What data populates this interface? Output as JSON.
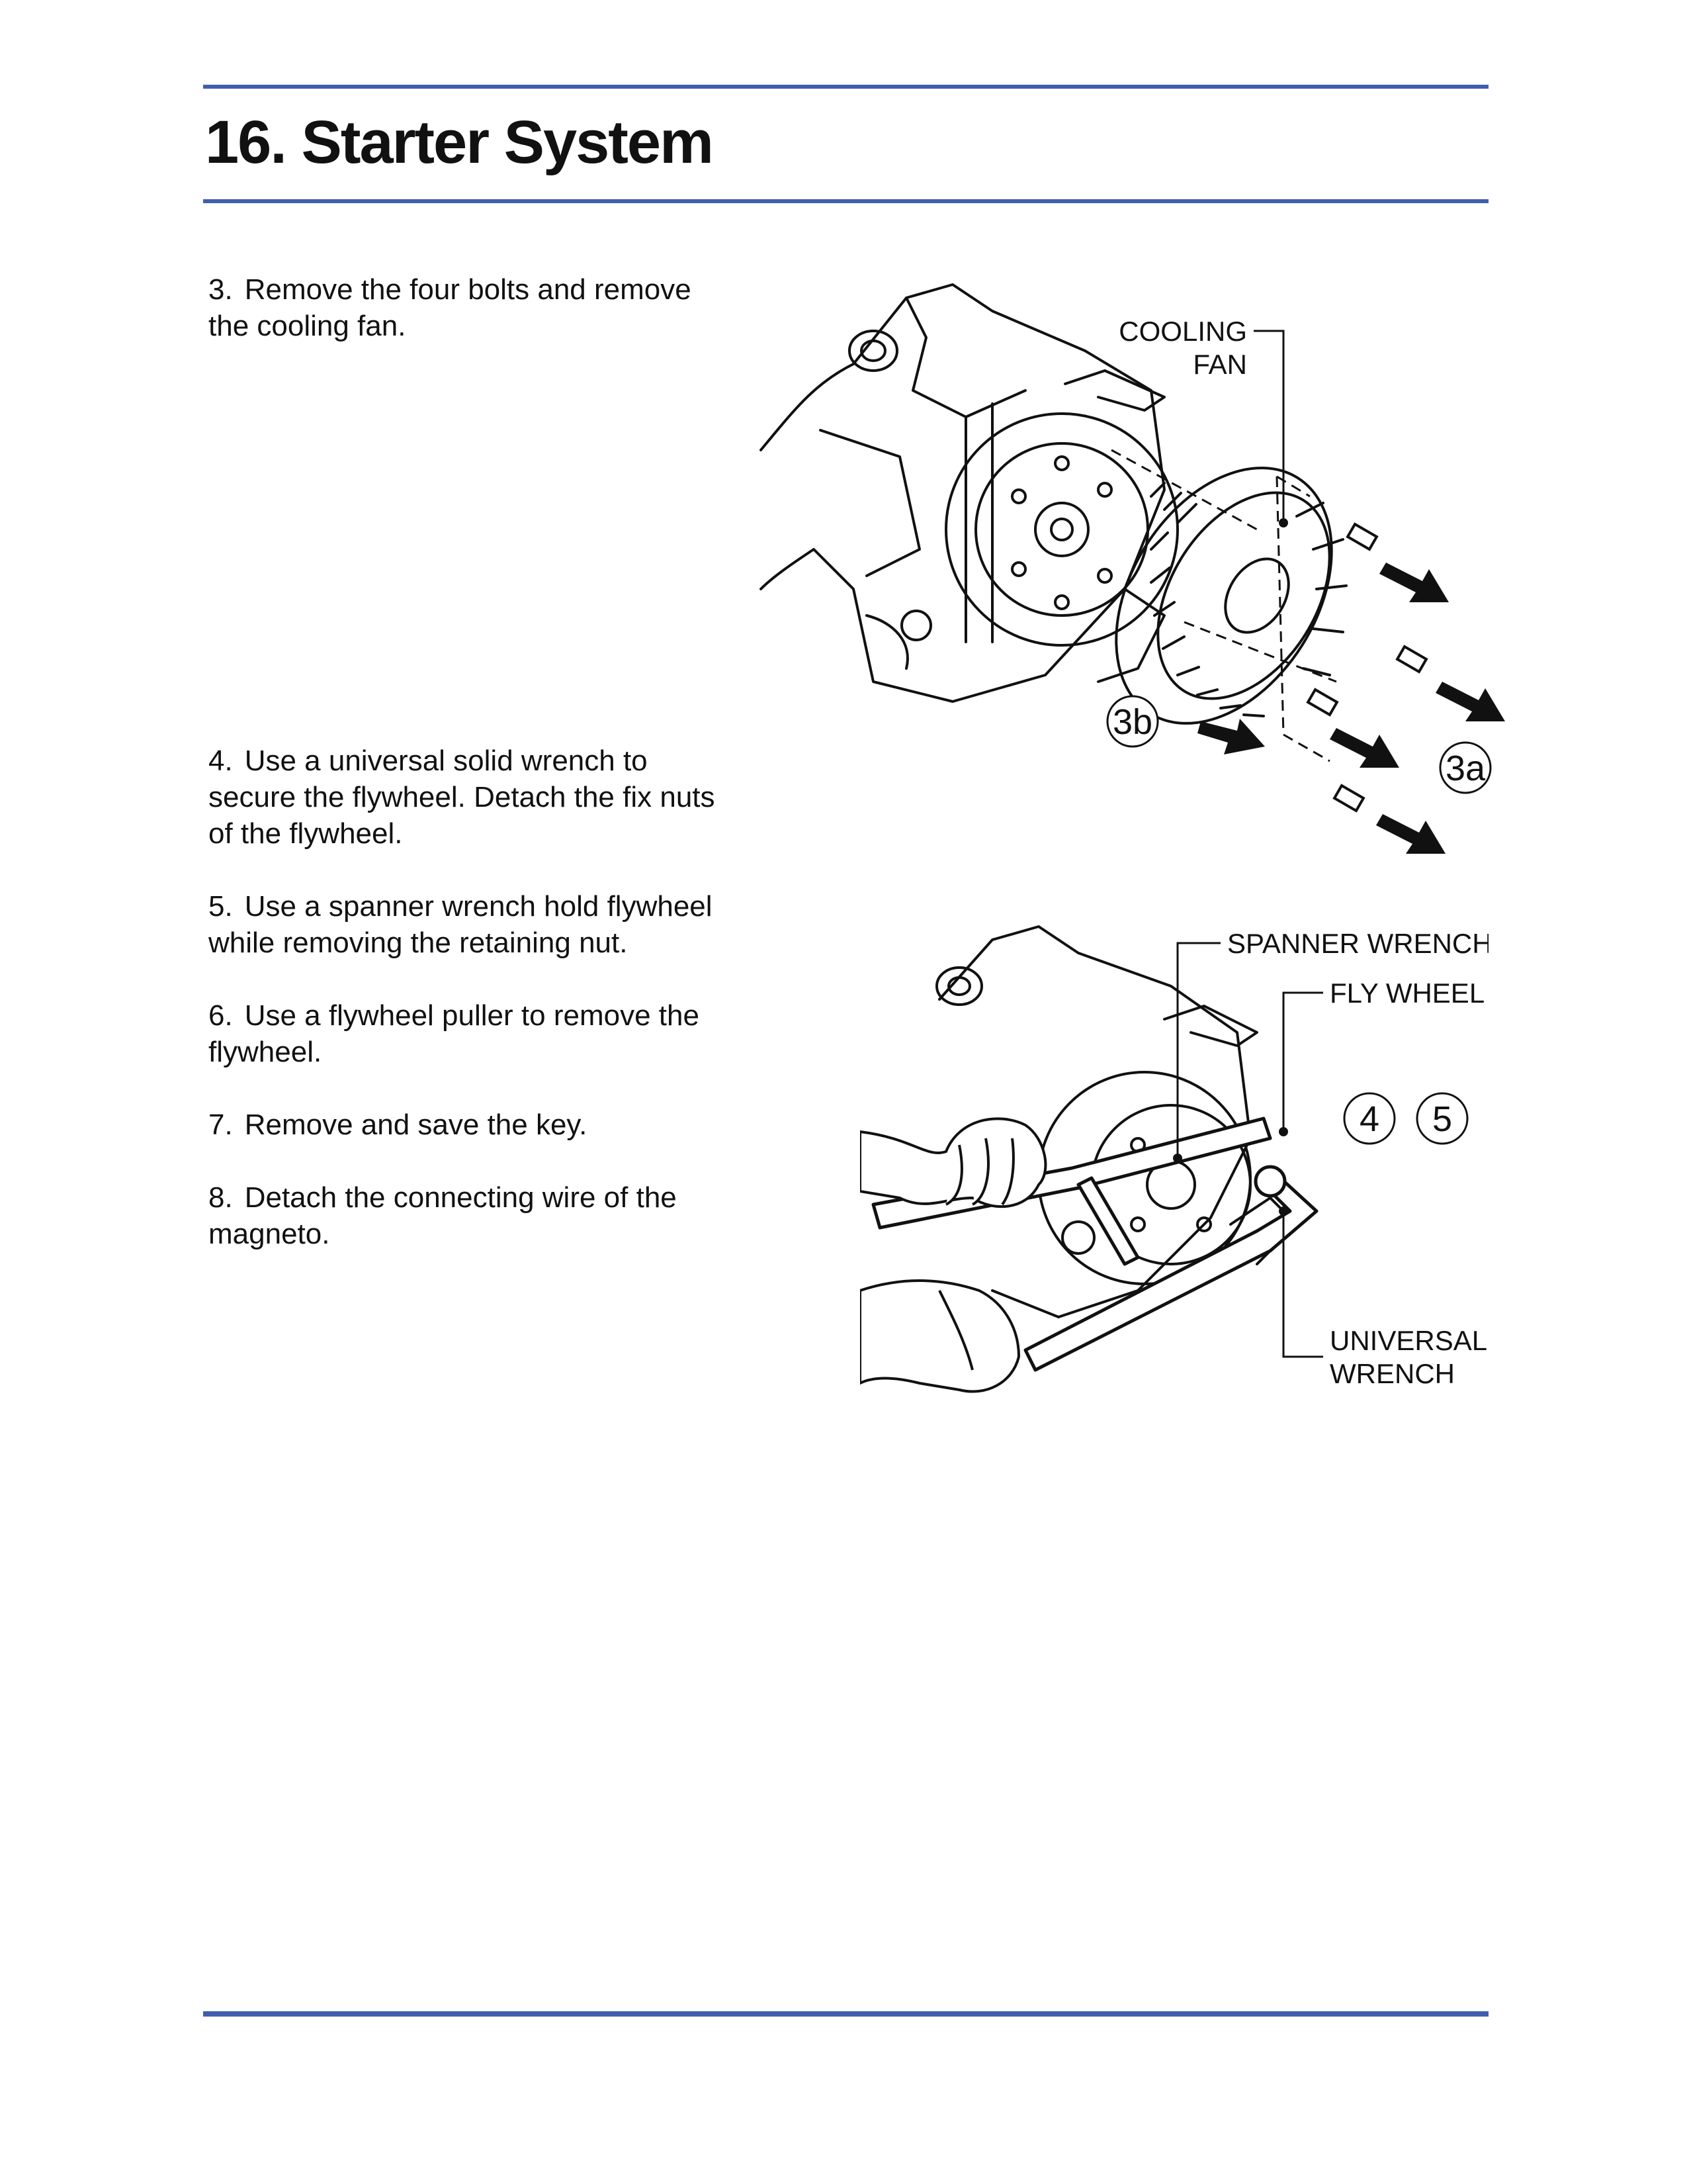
{
  "header": {
    "title": "16. Starter System"
  },
  "steps": [
    {
      "number": "3.",
      "text": "Remove the four bolts and remove the cooling fan."
    },
    {
      "number": "4.",
      "text": "Use a universal solid wrench to secure the flywheel. Detach the fix nuts of the flywheel."
    },
    {
      "number": "5.",
      "text": "Use a spanner wrench hold flywheel while removing the retaining nut."
    },
    {
      "number": "6.",
      "text": "Use a flywheel puller to remove the flywheel."
    },
    {
      "number": "7.",
      "text": "Remove and save the key."
    },
    {
      "number": "8.",
      "text": "Detach the connecting wire of the magneto."
    }
  ],
  "figure1": {
    "label_cooling": "COOLING",
    "label_fan": "FAN",
    "badge_3b": "3b",
    "badge_3a": "3a"
  },
  "figure2": {
    "label_spanner": "SPANNER WRENCH",
    "label_flywheel": "FLY WHEEL",
    "badge_4": "4",
    "badge_5": "5",
    "label_universal": "UNIVERSAL",
    "label_wrench": "WRENCH"
  },
  "colors": {
    "rule": "#3f5fae",
    "text": "#111111"
  }
}
